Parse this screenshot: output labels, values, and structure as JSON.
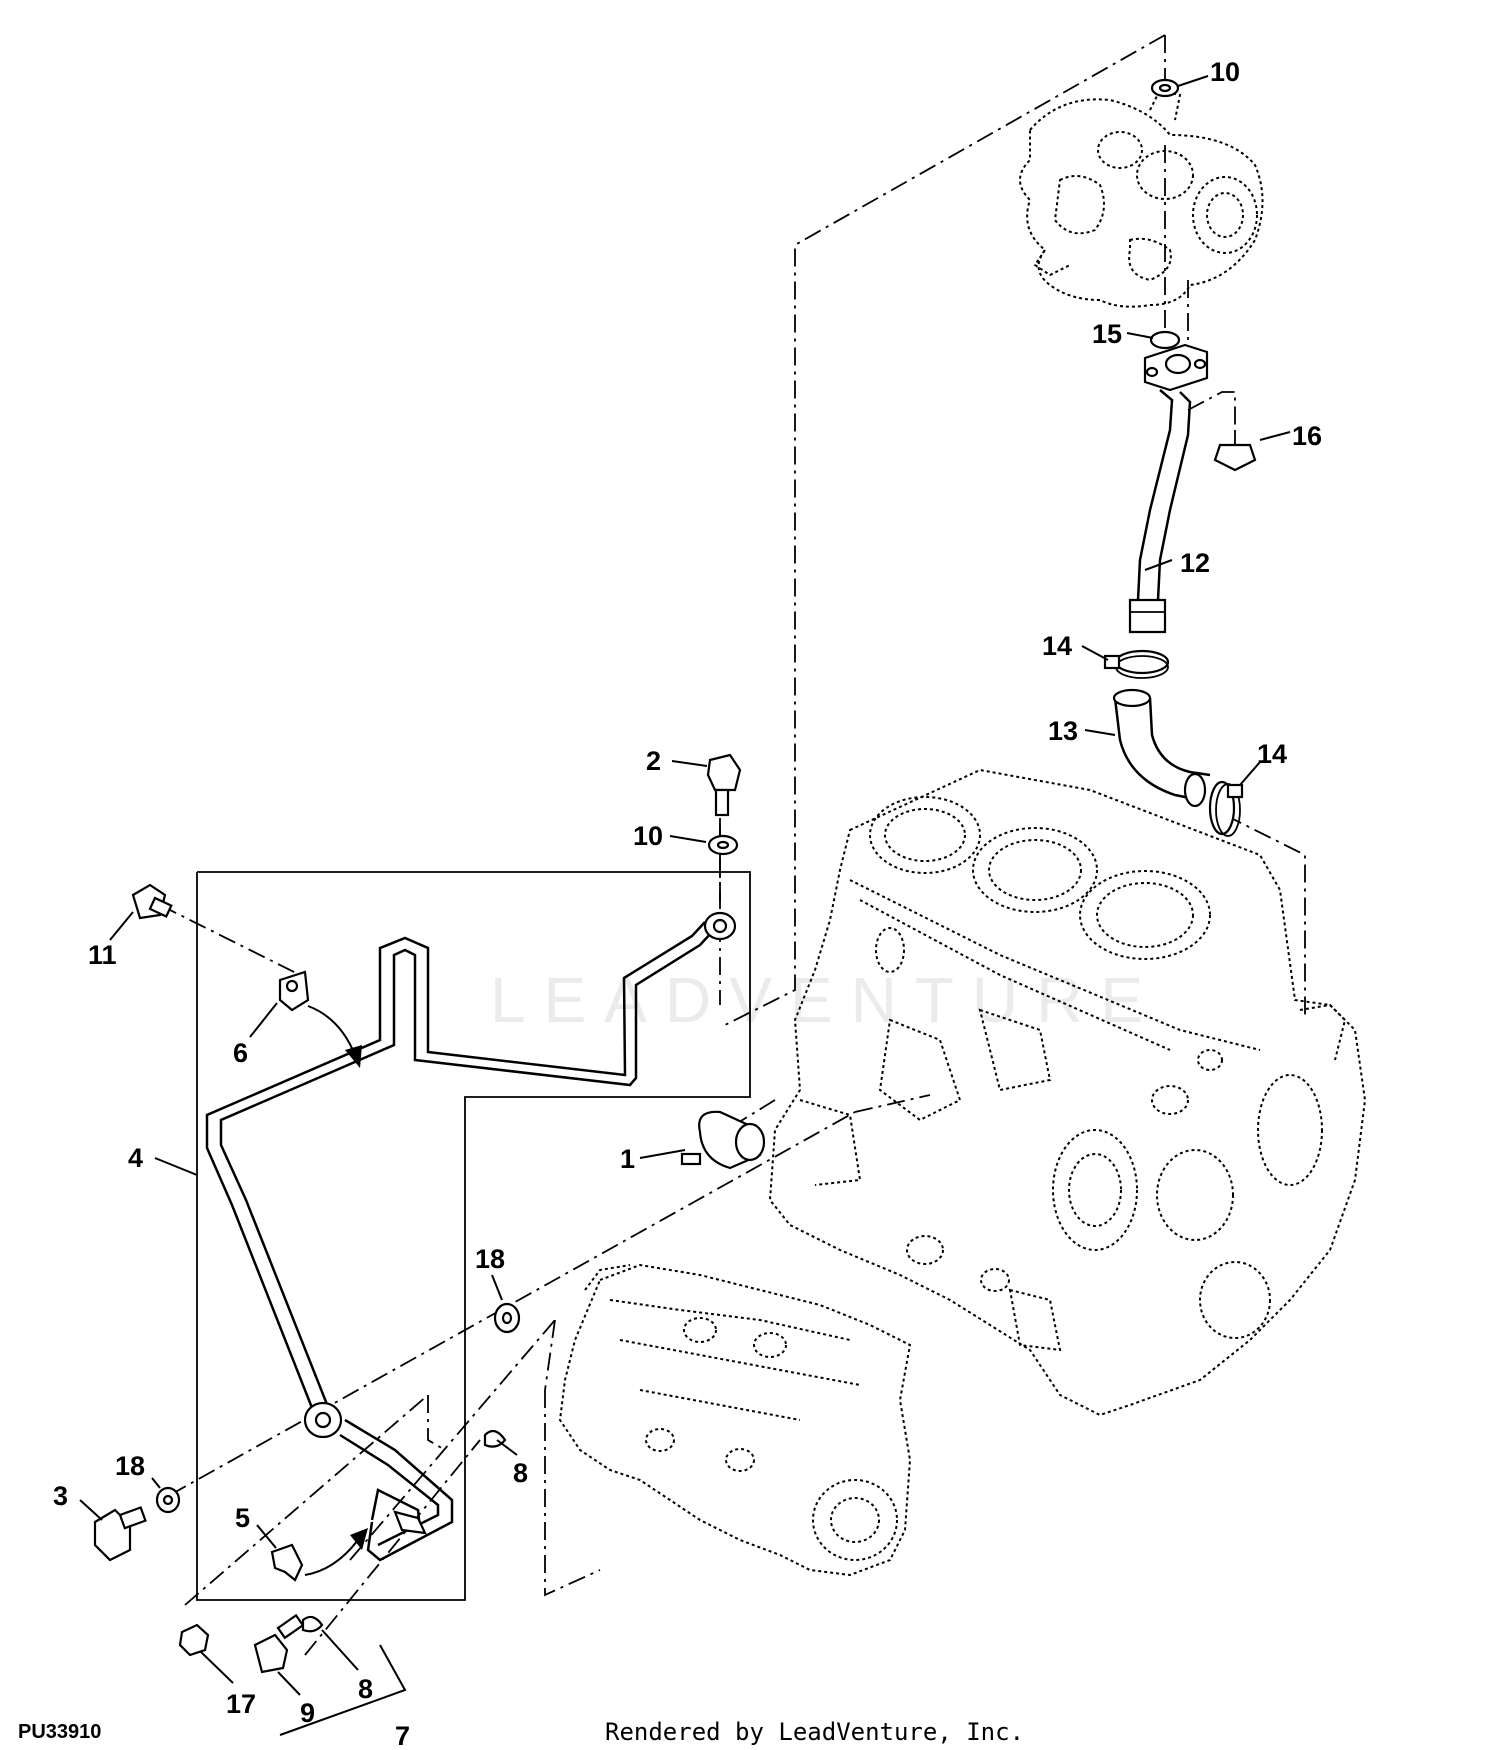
{
  "figure_id": "PU33910",
  "footer": "Rendered by LeadVenture, Inc.",
  "watermark": "LEADVENTURE",
  "callouts": [
    {
      "key": "c10a",
      "label": "10"
    },
    {
      "key": "c15",
      "label": "15"
    },
    {
      "key": "c16",
      "label": "16"
    },
    {
      "key": "c12",
      "label": "12"
    },
    {
      "key": "c14a",
      "label": "14"
    },
    {
      "key": "c13",
      "label": "13"
    },
    {
      "key": "c14b",
      "label": "14"
    },
    {
      "key": "c2",
      "label": "2"
    },
    {
      "key": "c10b",
      "label": "10"
    },
    {
      "key": "c11",
      "label": "11"
    },
    {
      "key": "c6",
      "label": "6"
    },
    {
      "key": "c1",
      "label": "1"
    },
    {
      "key": "c4",
      "label": "4"
    },
    {
      "key": "c18a",
      "label": "18"
    },
    {
      "key": "c8a",
      "label": "8"
    },
    {
      "key": "c18b",
      "label": "18"
    },
    {
      "key": "c3",
      "label": "3"
    },
    {
      "key": "c5",
      "label": "5"
    },
    {
      "key": "c8b",
      "label": "8"
    },
    {
      "key": "c17",
      "label": "17"
    },
    {
      "key": "c9",
      "label": "9"
    },
    {
      "key": "c7",
      "label": "7"
    }
  ]
}
